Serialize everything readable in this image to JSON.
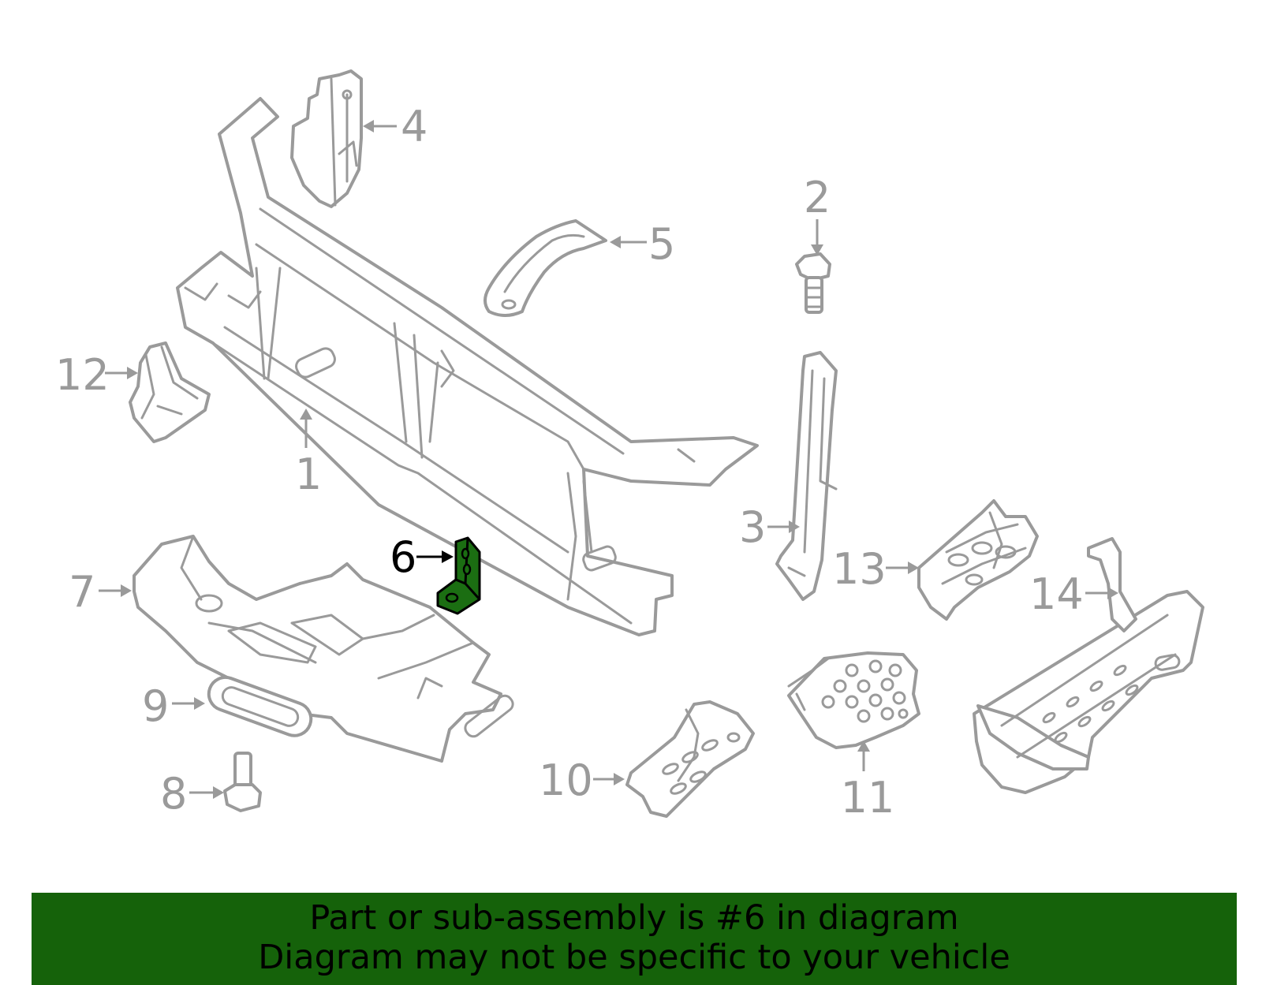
{
  "diagram": {
    "highlighted_callout": "6",
    "callouts": [
      "1",
      "2",
      "3",
      "4",
      "5",
      "6",
      "7",
      "8",
      "9",
      "10",
      "11",
      "12",
      "13",
      "14"
    ]
  },
  "banner": {
    "line1": "Part or sub-assembly is #6 in diagram",
    "line2": "Diagram may not be specific to your vehicle"
  },
  "colors": {
    "banner_bg": "#15620a",
    "highlight_fill": "#1b6e12",
    "line_art": "#9a9a9a",
    "background": "#ffffff"
  }
}
